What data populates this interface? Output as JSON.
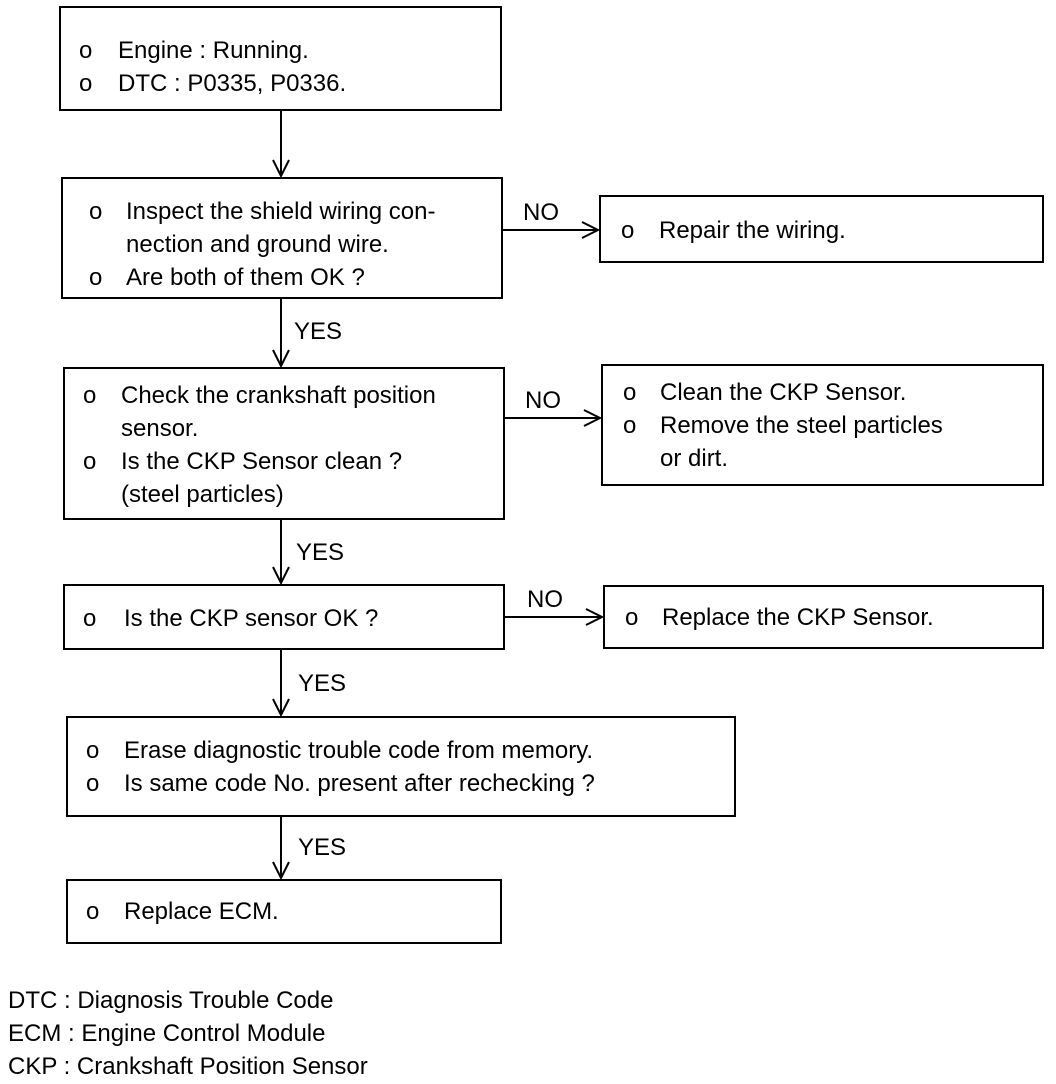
{
  "bullet": "o",
  "boxes": {
    "start": {
      "lines": [
        "Engine : Running.",
        "DTC : P0335, P0336."
      ]
    },
    "shield_check": {
      "lines": [
        "Inspect the shield wiring con-",
        "nection and ground wire.",
        "Are both of them OK ?"
      ]
    },
    "repair_wiring": {
      "lines": [
        "Repair the wiring."
      ]
    },
    "ckp_check": {
      "lines": [
        "Check the crankshaft position",
        "sensor.",
        "Is the CKP Sensor clean ?",
        "(steel particles)"
      ]
    },
    "clean_ckp": {
      "lines": [
        "Clean the CKP Sensor.",
        "Remove the steel particles",
        "or dirt."
      ]
    },
    "ckp_ok": {
      "lines": [
        "Is the CKP sensor OK ?"
      ]
    },
    "replace_ckp": {
      "lines": [
        "Replace the CKP Sensor."
      ]
    },
    "erase_dtc": {
      "lines": [
        "Erase diagnostic trouble code from memory.",
        "Is same code No. present after rechecking ?"
      ]
    },
    "replace_ecm": {
      "lines": [
        "Replace ECM."
      ]
    }
  },
  "labels": {
    "yes": "YES",
    "no": "NO"
  },
  "legend": [
    "DTC : Diagnosis Trouble Code",
    "ECM : Engine Control Module",
    "CKP : Crankshaft Position Sensor"
  ]
}
